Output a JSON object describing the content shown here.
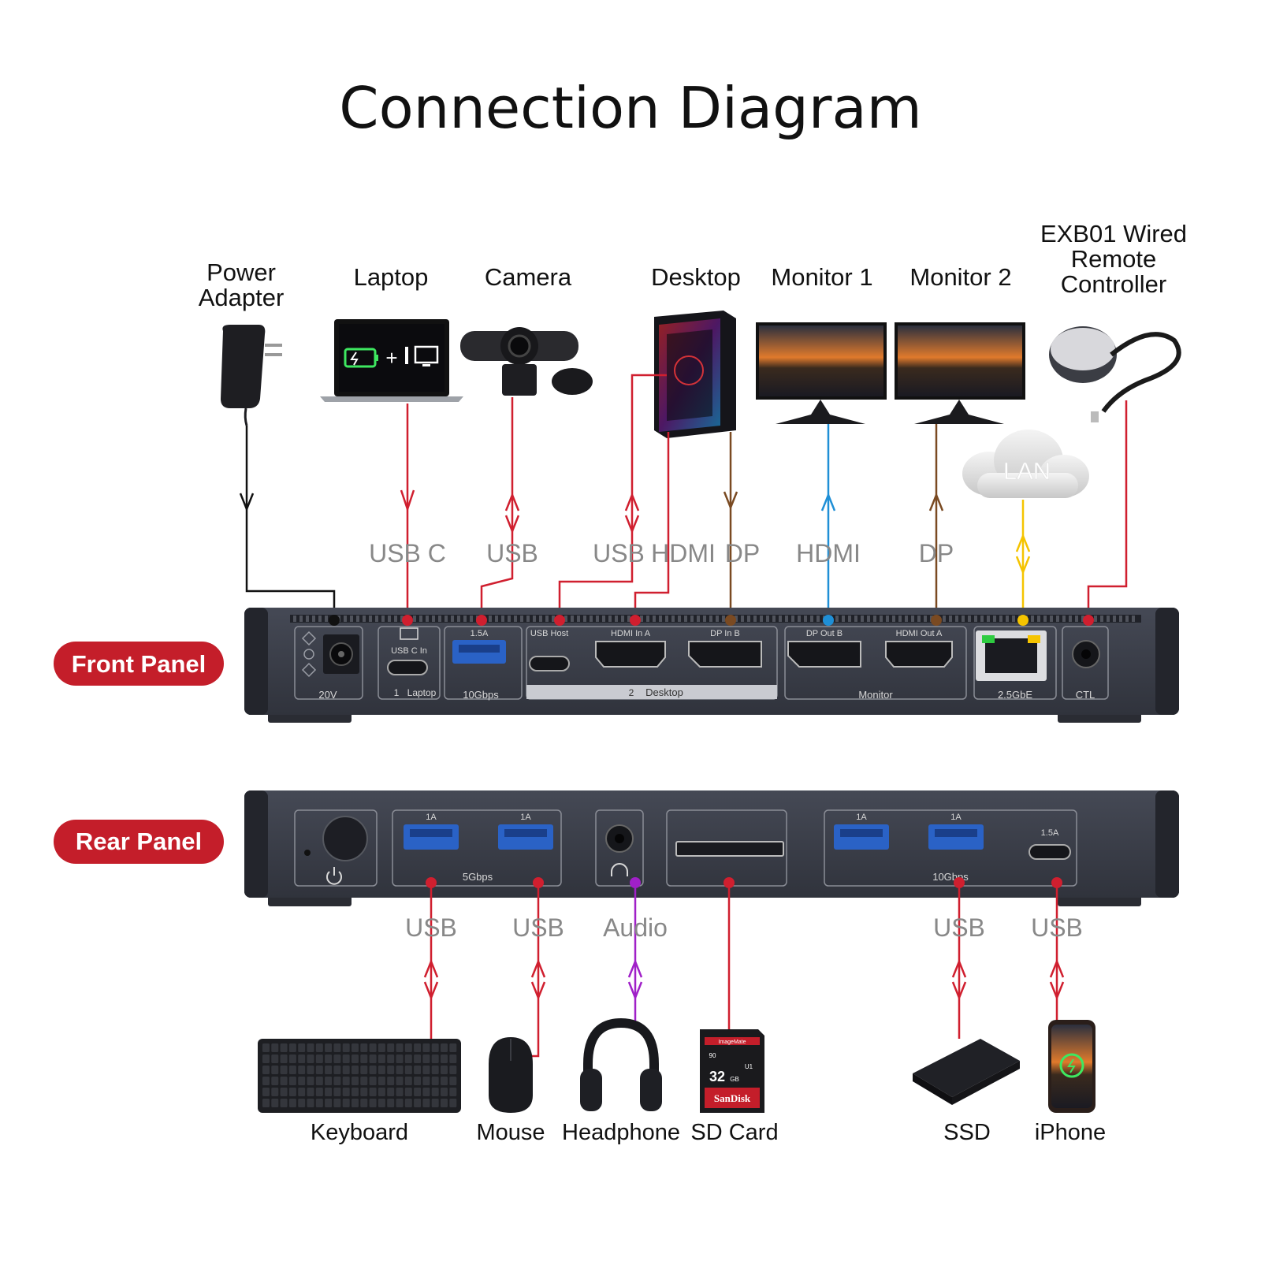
{
  "title": "Connection Diagram",
  "colors": {
    "usb": "#d01f2f",
    "power": "#111111",
    "hdmi": "#1f8fd6",
    "dp": "#7a4a22",
    "lan": "#f5c400",
    "audio": "#a020c8",
    "panel_badge": "#c41e2a",
    "connection_label": "#888888",
    "dock_body": "#3b3e48",
    "port_label": "#d8d8d8"
  },
  "panels": {
    "front": "Front Panel",
    "rear": "Rear Panel"
  },
  "top_devices": {
    "power_adapter": [
      "Power",
      "Adapter"
    ],
    "laptop": "Laptop",
    "camera": "Camera",
    "desktop": "Desktop",
    "monitor1": "Monitor 1",
    "monitor2": "Monitor 2",
    "remote": [
      "EXB01 Wired",
      "Remote",
      "Controller"
    ],
    "lan": "LAN"
  },
  "front_connections": {
    "laptop": "USB C",
    "camera": "USB",
    "desktop_usb": "USB",
    "desktop_hdmi": "HDMI",
    "desktop_dp": "DP",
    "monitor1": "HDMI",
    "monitor2": "DP"
  },
  "front_ports": {
    "power": "20V",
    "usbc_in": "USB C In",
    "laptop": "Laptop",
    "laptop_num": "1",
    "usb_a_current": "1.5A",
    "usb_a_speed": "10Gbps",
    "usb_host": "USB Host",
    "hdmi_in_a": "HDMI In A",
    "dp_in_b": "DP In B",
    "desktop": "Desktop",
    "desktop_num": "2",
    "dp_out_b": "DP Out B",
    "hdmi_out_a": "HDMI Out A",
    "monitor": "Monitor",
    "lan": "2.5GbE",
    "ctl": "CTL"
  },
  "rear_ports": {
    "usb1_current": "1A",
    "usb2_current": "1A",
    "usb_group1_speed": "5Gbps",
    "usb3_current": "1A",
    "usb4_current": "1A",
    "usbc_current": "1.5A",
    "usb_group2_speed": "10Gbps"
  },
  "rear_connections": {
    "keyboard": "USB",
    "mouse": "USB",
    "headphone": "Audio",
    "ssd": "USB",
    "iphone": "USB"
  },
  "bottom_devices": {
    "keyboard": "Keyboard",
    "mouse": "Mouse",
    "headphone": "Headphone",
    "sd_card": "SD Card",
    "ssd": "SSD",
    "iphone": "iPhone"
  },
  "sd_card_print": {
    "brand": "SanDisk",
    "capacity": "32",
    "unit": "GB",
    "maker": "ImageMate",
    "speed": "90",
    "class": "U1"
  }
}
